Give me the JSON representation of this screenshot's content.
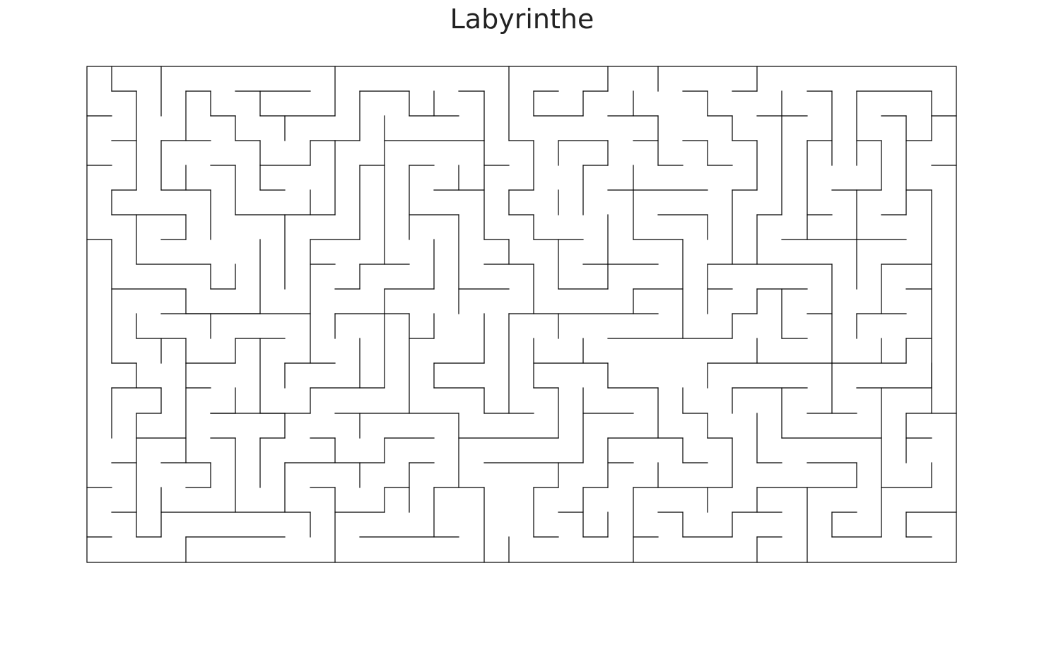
{
  "page": {
    "title": "Labyrinthe"
  },
  "maze": {
    "columns": 35,
    "rows": 20,
    "wall_color": "#000000"
  }
}
